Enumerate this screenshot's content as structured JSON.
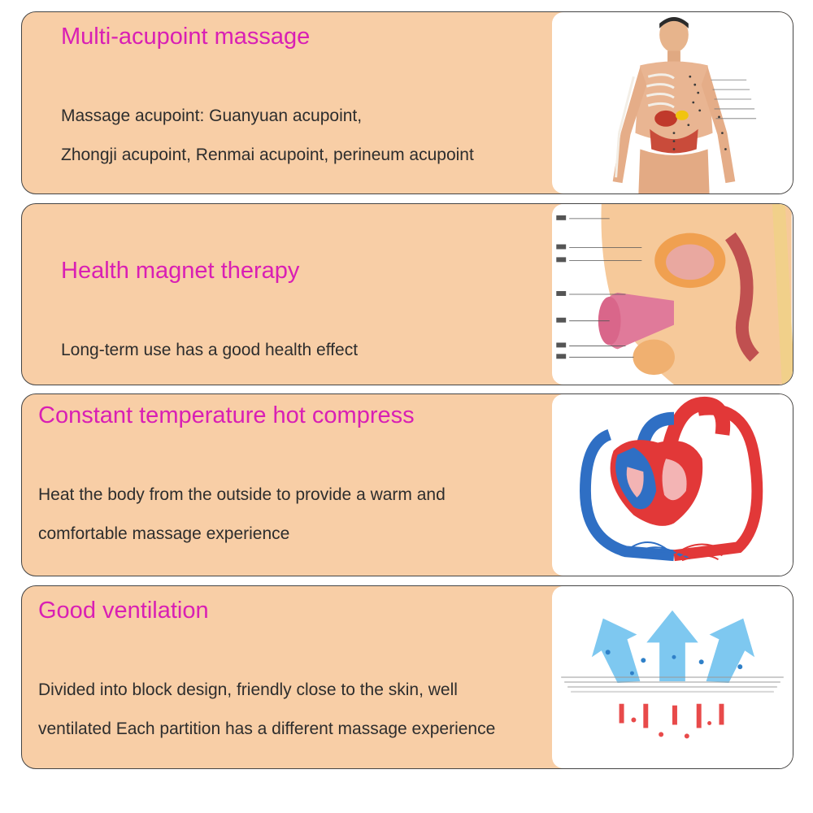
{
  "cards": [
    {
      "title": "Multi-acupoint massage",
      "lines": [
        "Massage acupoint: Guanyuan acupoint,",
        "Zhongji acupoint, Renmai acupoint, perineum acupoint"
      ],
      "image_icon": "human-acupoint-chart-icon"
    },
    {
      "title": "Health magnet therapy",
      "lines": [
        "Long-term use has a good health effect"
      ],
      "image_icon": "pelvic-anatomy-icon"
    },
    {
      "title": "Constant temperature hot compress",
      "lines": [
        "Heat the body from the outside to provide a warm and",
        "comfortable massage experience"
      ],
      "image_icon": "heart-circulation-icon"
    },
    {
      "title": "Good ventilation",
      "lines": [
        "Divided into block design, friendly close to the skin, well",
        "ventilated Each partition has a different massage experience"
      ],
      "image_icon": "ventilation-arrows-icon"
    }
  ],
  "colors": {
    "card_bg": "#f8cea6",
    "title": "#d91fb4",
    "text": "#2d2d2d",
    "border": "#444444"
  }
}
